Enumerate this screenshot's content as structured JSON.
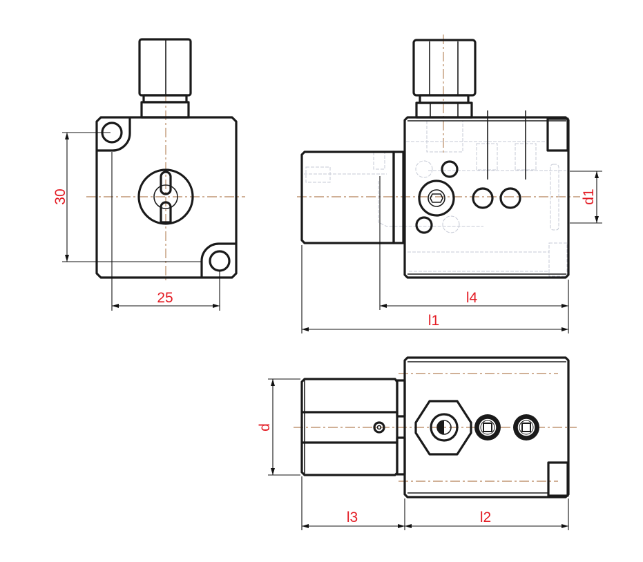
{
  "drawing": {
    "title": "Hydraulic unit technical drawing",
    "views": [
      "front-view",
      "side-view",
      "bottom-view"
    ],
    "dimensions": {
      "height_front": "30",
      "width_front": "25",
      "l4": "l4",
      "l1": "l1",
      "d1": "d1",
      "d": "d",
      "l3": "l3",
      "l2": "l2"
    },
    "colors": {
      "outline": "#1a1a1a",
      "centerline": "#a0622d",
      "dimension_text": "#e31b23",
      "hidden": "#c4c8d4"
    }
  }
}
